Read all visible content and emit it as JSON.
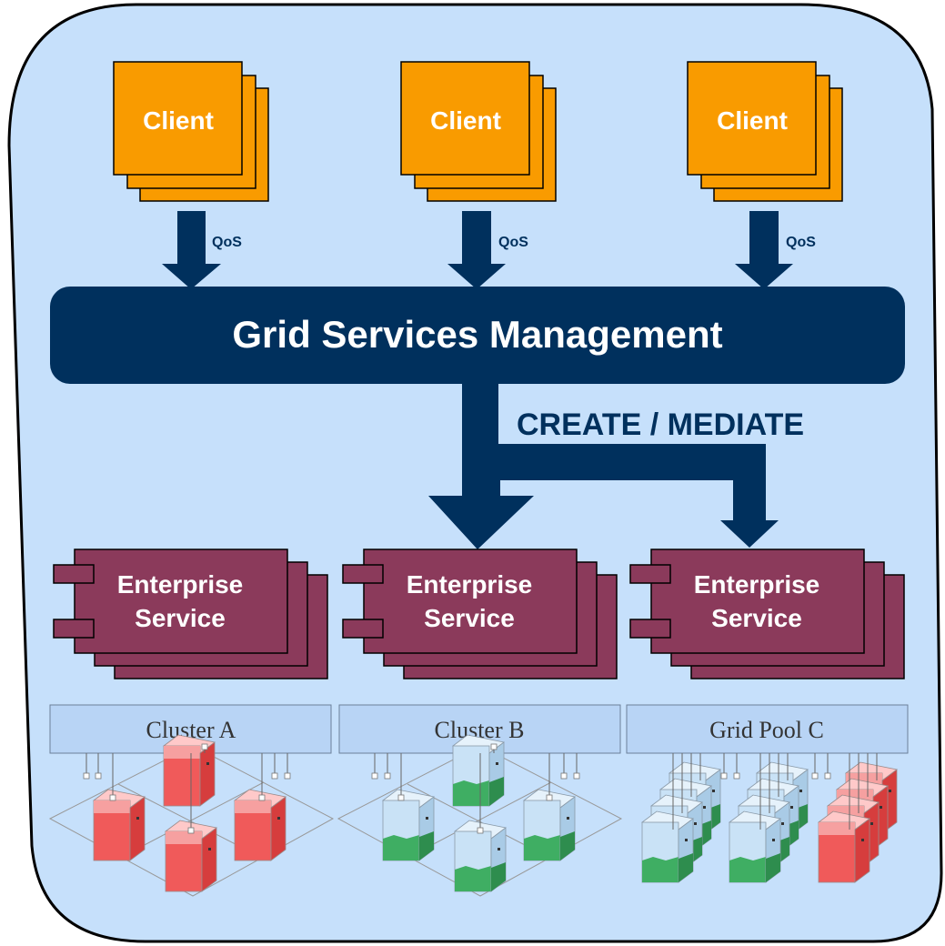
{
  "clients": [
    {
      "label": "Client",
      "qos": "QoS"
    },
    {
      "label": "Client",
      "qos": "QoS"
    },
    {
      "label": "Client",
      "qos": "QoS"
    }
  ],
  "management": {
    "title": "Grid Services Management",
    "action": "CREATE / MEDIATE"
  },
  "services": [
    {
      "line1": "Enterprise",
      "line2": "Service"
    },
    {
      "line1": "Enterprise",
      "line2": "Service"
    },
    {
      "line1": "Enterprise",
      "line2": "Service"
    }
  ],
  "resources": [
    {
      "label": "Cluster A",
      "server_color": "red"
    },
    {
      "label": "Cluster B",
      "server_color": "green"
    },
    {
      "label": "Grid Pool C",
      "server_color": "mixed"
    }
  ],
  "colors": {
    "background": "#c6e0fb",
    "client": "#f99b00",
    "management": "#00305d",
    "service": "#8b3a5b",
    "resource_box": "#b8d4f5",
    "server_red": "#f05a5a",
    "server_green": "#3fae63"
  }
}
